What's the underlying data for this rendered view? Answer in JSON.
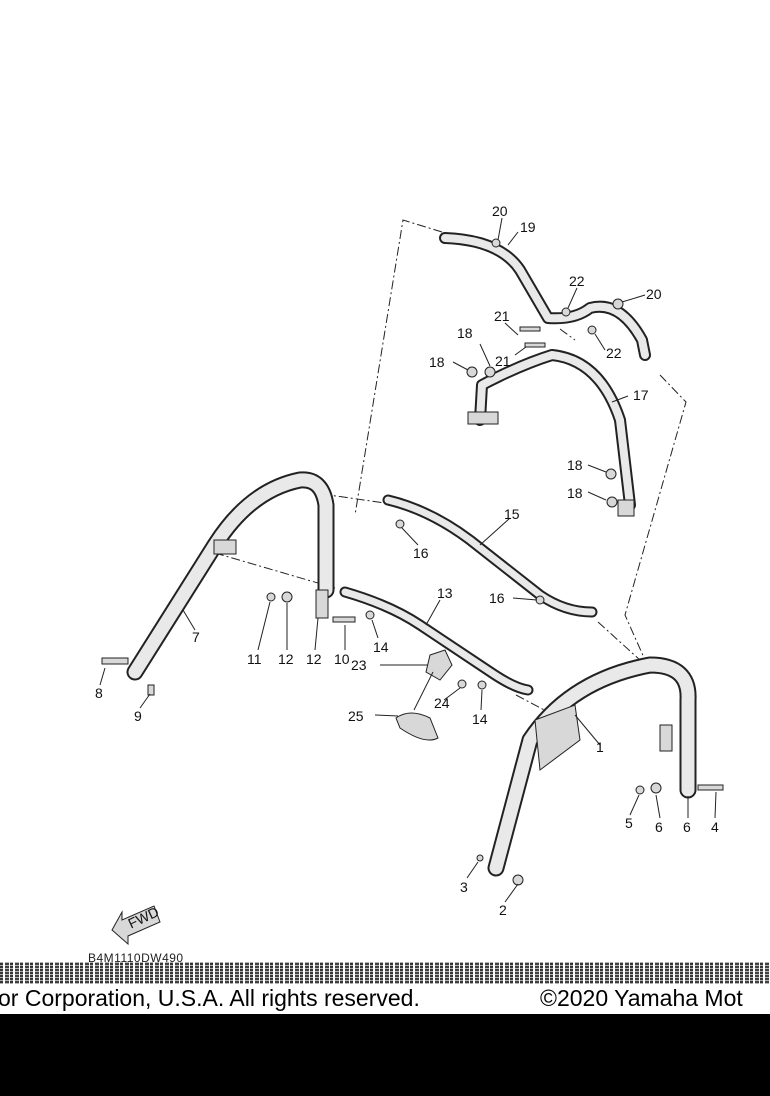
{
  "diagram": {
    "callouts": [
      "1",
      "2",
      "3",
      "4",
      "5",
      "6",
      "6",
      "7",
      "8",
      "9",
      "10",
      "11",
      "12",
      "12",
      "13",
      "14",
      "14",
      "15",
      "16",
      "16",
      "17",
      "18",
      "18",
      "18",
      "18",
      "19",
      "20",
      "20",
      "21",
      "21",
      "22",
      "22",
      "23",
      "24",
      "25"
    ],
    "fwd_label": "FWD",
    "ref_code": "B4M1110DW490"
  },
  "footer": {
    "left_text": "or Corporation, U.S.A. All rights reserved.",
    "right_text": "©2020 Yamaha Mot"
  }
}
